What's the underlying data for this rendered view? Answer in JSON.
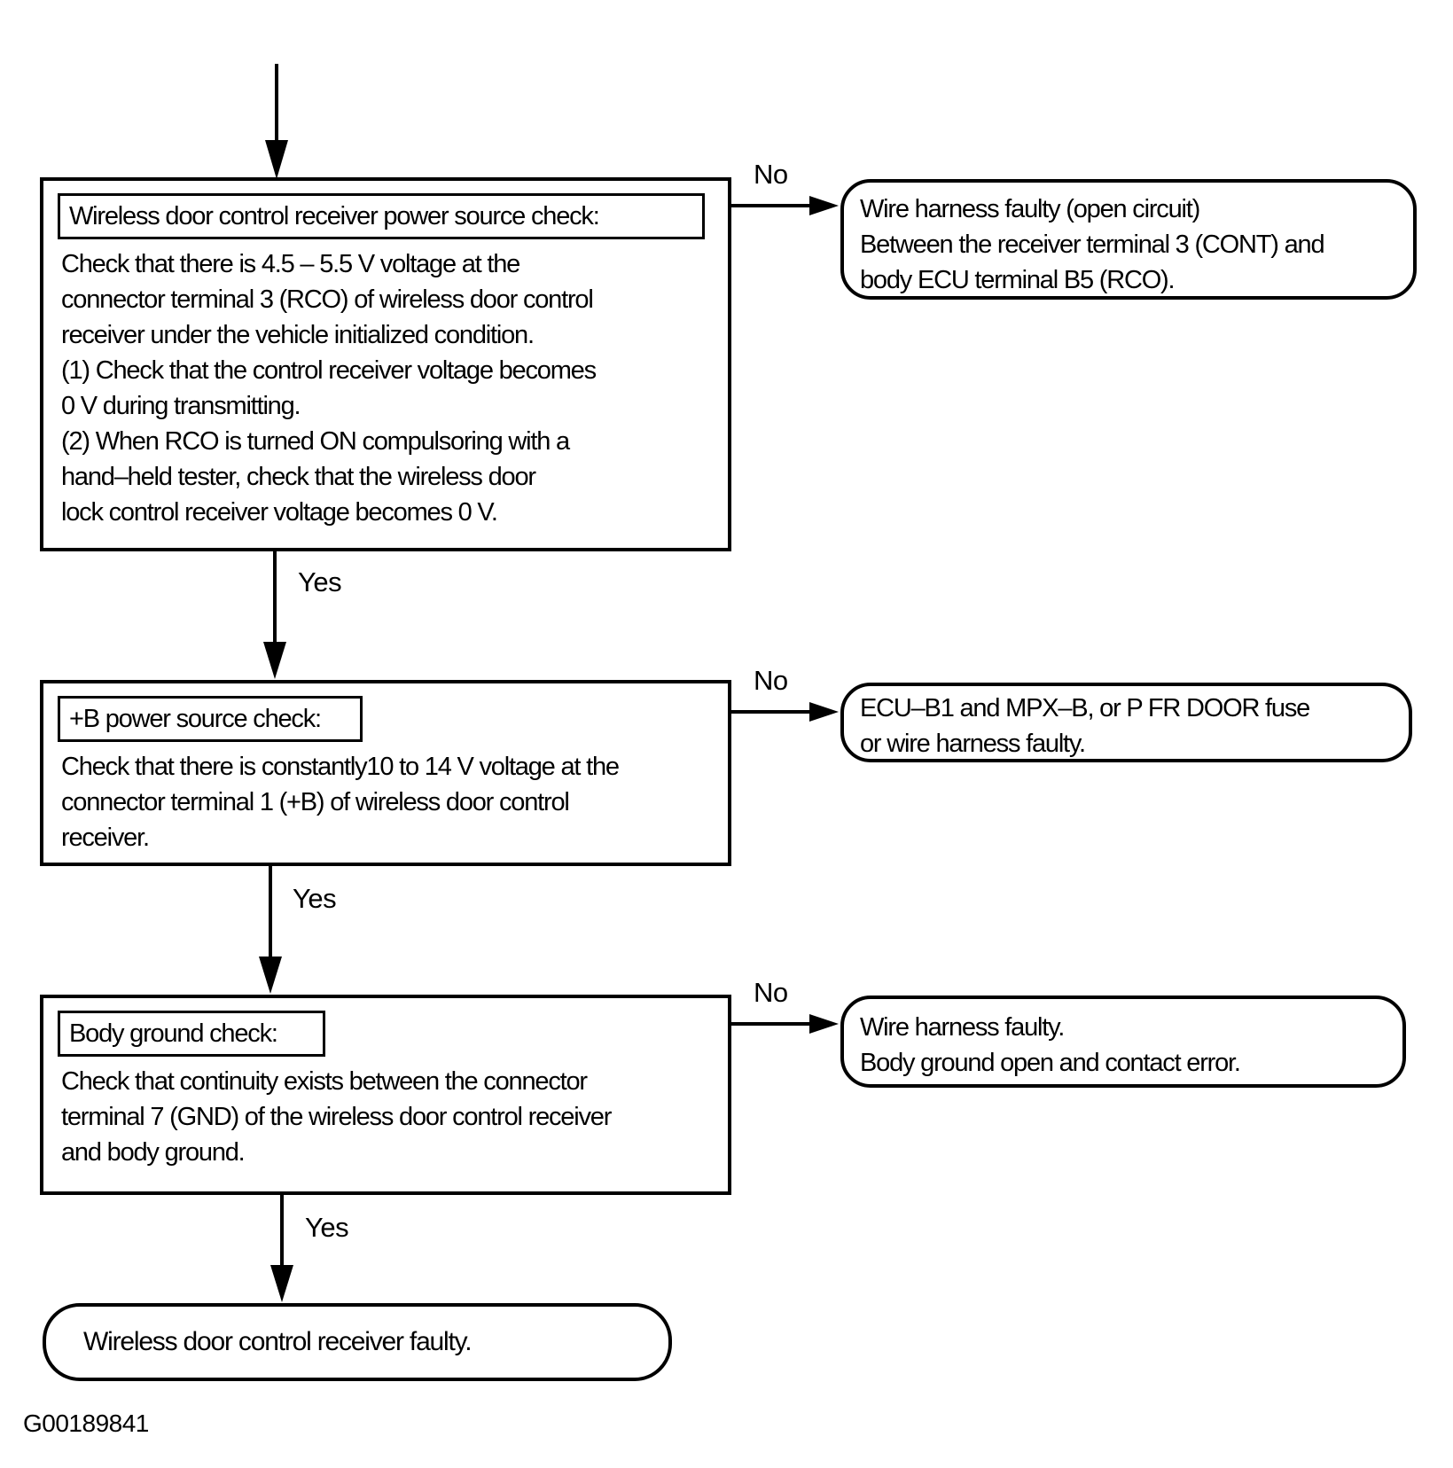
{
  "figure_id": "G00189841",
  "labels": {
    "yes": "Yes",
    "no": "No"
  },
  "steps": [
    {
      "title": "Wireless door control receiver power source check:",
      "body": "Check that there is 4.5 – 5.5 V voltage at the\nconnector terminal 3 (RCO) of wireless door control\nreceiver under the vehicle initialized condition.\n(1) Check that the control receiver voltage becomes\n0 V during transmitting.\n(2) When RCO is turned ON compulsoring with a\nhand–held tester, check that the wireless door\nlock control receiver voltage becomes 0 V.",
      "no_result": "Wire harness faulty (open circuit)\nBetween the receiver terminal 3 (CONT) and\nbody ECU terminal B5 (RCO)."
    },
    {
      "title": "+B power source check:",
      "body": "Check that there is constantly10 to 14 V voltage at the\nconnector terminal 1 (+B) of wireless door control\nreceiver.",
      "no_result": "ECU–B1 and MPX–B, or P FR DOOR fuse\nor wire harness faulty."
    },
    {
      "title": "Body ground check:",
      "body": "Check that continuity exists between the connector\nterminal 7 (GND) of the wireless door control receiver\nand body ground.",
      "no_result": "Wire harness faulty.\nBody ground open and contact error."
    }
  ],
  "final_result": "Wireless door control receiver faulty."
}
